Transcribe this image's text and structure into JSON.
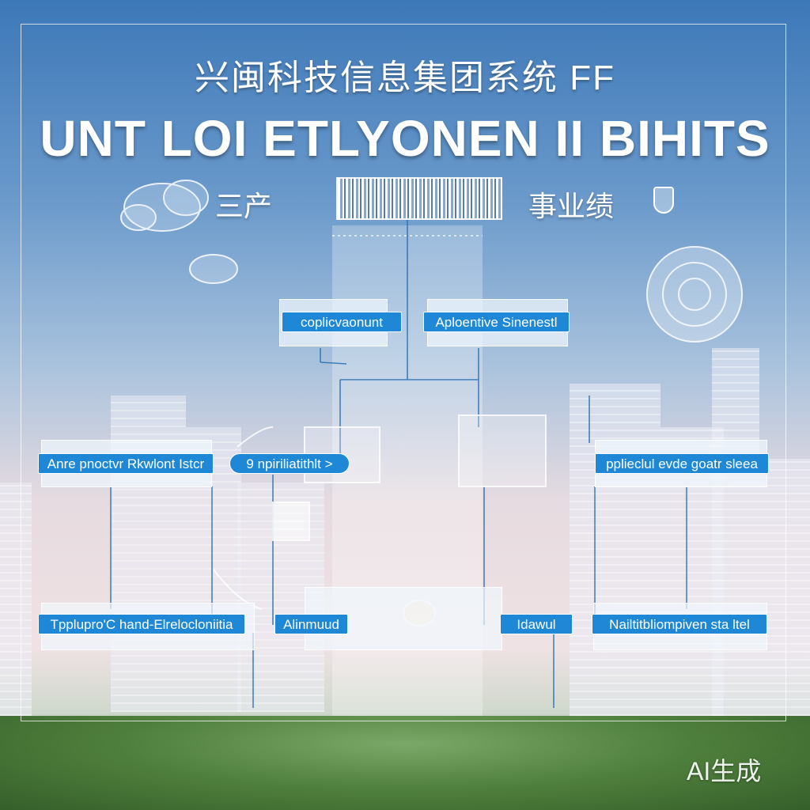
{
  "header": {
    "title_cn": "兴闽科技信息集团系统 FF",
    "title_en": "UNT LOI ETLYONEN II BIHITS",
    "subtitle_left": "三产",
    "subtitle_right": "事业绩"
  },
  "nodes": {
    "top_left": "coplicvaonunt",
    "top_right": "Aploentive Sinenestl",
    "mid_left": "Anre pnoctvr Rkwlont Istcr",
    "mid_center": "9 npiriliatithlt >",
    "mid_right": "pplieclul evde goatr sleea",
    "bottom_left": "Tpplupro'C hand-Elrelocloniitia",
    "bottom_center_left": "Alinmuud",
    "bottom_center_right": "Idawul",
    "bottom_right": "Nailtitbliompiven sta ltel"
  },
  "watermark": "AI生成",
  "colors": {
    "label_blue": "#1f88d6",
    "line_blue": "#2a6fb0"
  }
}
